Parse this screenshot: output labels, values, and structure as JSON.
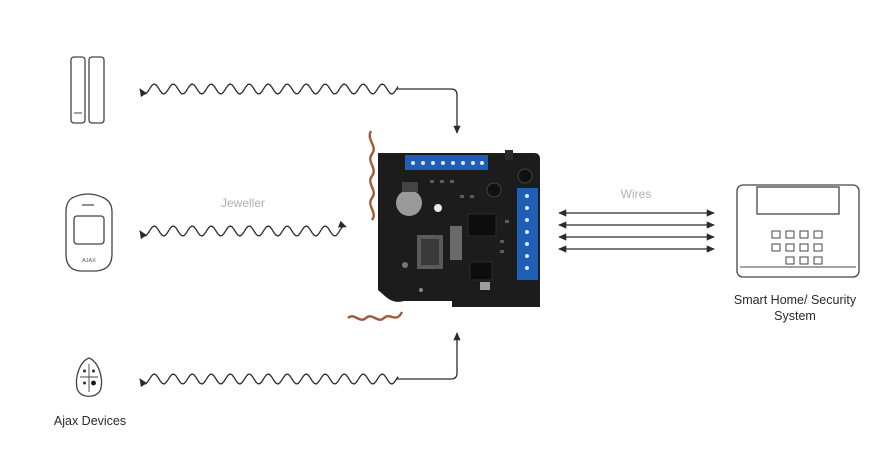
{
  "labels": {
    "jeweller": "Jeweller",
    "wires": "Wires",
    "smart_home": "Smart Home/ Security System",
    "ajax_devices": "Ajax Devices",
    "motion_logo": "AJAX"
  },
  "colors": {
    "line": "#2b2b2b",
    "pcb": "#1c1c1c",
    "terminal": "#1f5fb8",
    "antenna": "#a05a3a",
    "label_muted": "#b0b0b0",
    "label_dark": "#2a2a2a"
  },
  "icons": [
    "door-sensor-icon",
    "motion-detector-icon",
    "keyfob-icon",
    "control-panel-icon",
    "receiver-board-icon"
  ]
}
